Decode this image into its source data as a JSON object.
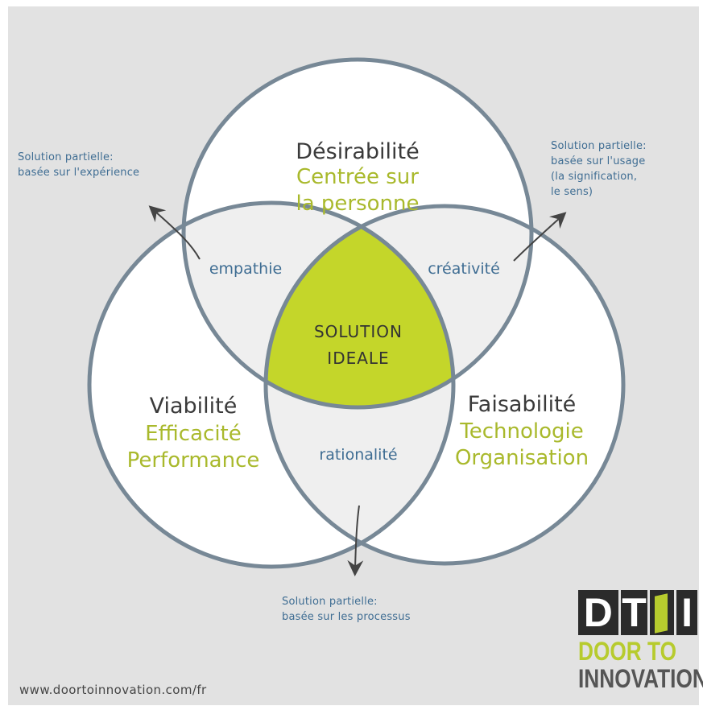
{
  "colors": {
    "background": "#e2e2e2",
    "circle_fill": "#ffffff",
    "overlap_fill": "#efefef",
    "center_fill": "#c4d62a",
    "circle_stroke": "#778896",
    "green_text": "#a9b92c",
    "blue_text": "#3f6d93",
    "dark_text": "#3a3a3a"
  },
  "circles": {
    "top": {
      "title": "Désirabilité",
      "subtitle_1": "Centrée sur",
      "subtitle_2": "la personne"
    },
    "left": {
      "title": "Viabilité",
      "subtitle_1": "Efficacité",
      "subtitle_2": "Performance"
    },
    "right": {
      "title": "Faisabilité",
      "subtitle_1": "Technologie",
      "subtitle_2": "Organisation"
    }
  },
  "overlaps": {
    "top_left": "empathie",
    "top_right": "créativité",
    "bottom": "rationalité"
  },
  "center": {
    "line_1": "SOLUTION",
    "line_2": "IDEALE"
  },
  "notes": {
    "left": [
      "Solution partielle:",
      "basée sur l'expérience"
    ],
    "right": [
      "Solution partielle:",
      "basée sur l'usage",
      "(la signification,",
      "le sens)"
    ],
    "bottom": [
      "Solution partielle:",
      "basée sur les processus"
    ]
  },
  "website": "www.doortoinnovation.com/fr",
  "logo": {
    "letter_1": "D",
    "letter_2": "T",
    "letter_3": "I",
    "line_1": "DOOR TO",
    "line_2": "INNOVATION",
    "green": "#b7cb2e",
    "gray": "#555555"
  }
}
